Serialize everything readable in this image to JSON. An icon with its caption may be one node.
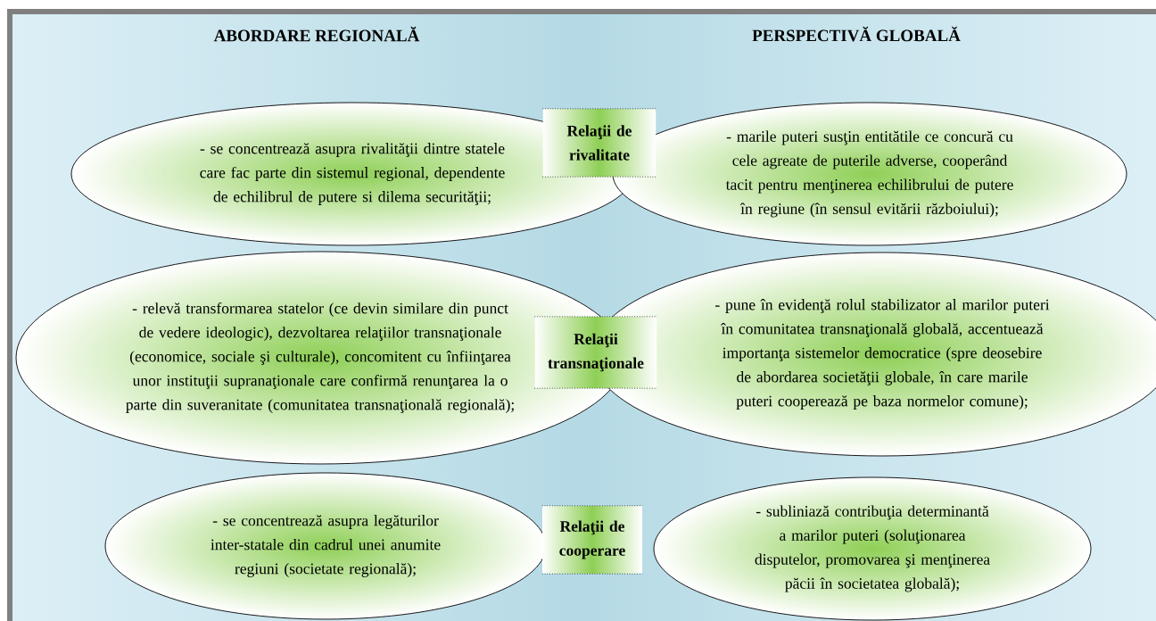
{
  "diagram": {
    "nodes": [
      {
        "text": [
          "- se concentrează asupra rivalităţii dintre statele care fac parte din sistemul regional, dependente de echilibrul de putere si dilema securităţii;"
        ]
      },
      {
        "text": [
          "Relaţii de rivalitate"
        ]
      },
      {
        "text": [
          "- marile puteri susţin entitătile ce concură cu cele agreate de puterile adverse, cooperând tacit pentru menţinerea echilibrului de putere în regiune (în sensul evitării războiului);"
        ]
      },
      {
        "text": [
          "- relevă transformarea statelor (ce devin similare din punct de vedere ideologic), dezvoltarea relaţiilor transnaţionale (economice, sociale şi culturale), concomitent cu înfiinţarea unor instituţii supranaţionale care confirmă renunţarea la o parte din suveranitate (comunitatea transnaţională regională);"
        ]
      },
      {
        "text": [
          "Relaţii transnaţionale"
        ]
      },
      {
        "text": [
          "- pune în evidenţă rolul stabilizator al marilor puteri în comunitatea transnaţională globală, accentuează importanţa sistemelor democratice (spre deosebire de abordarea societăţii globale, în care marile puteri cooperează pe baza normelor comune);"
        ]
      },
      {
        "text": [
          "- se concentrează asupra legăturilor inter-statale din cadrul unei anumite regiuni (societate regională);"
        ]
      },
      {
        "text": [
          "Relaţii de cooperare"
        ]
      },
      {
        "text": [
          "- subliniază contribuţia determinantă a marilor puteri (soluţionarea disputelor, promovarea şi menţinerea păcii în societatea globală);"
        ]
      }
    ],
    "labels": [
      "ABORDARE REGIONALĂ",
      "PERSPECTIVĂ GLOBALĂ"
    ]
  }
}
